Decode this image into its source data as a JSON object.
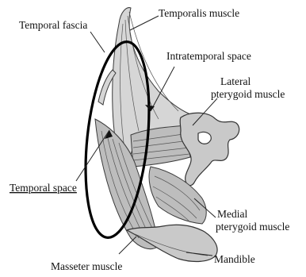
{
  "labels": {
    "temporal_fascia": "Temporal fascia",
    "temporalis_muscle": "Temporalis muscle",
    "intratemporal_space": "Intratemporal space",
    "lateral_pterygoid_line1": "Lateral",
    "lateral_pterygoid_line2": "pterygoid muscle",
    "temporal_space": "Temporal space",
    "medial_pterygoid_line1": "Medial",
    "medial_pterygoid_line2": "pterygoid muscle",
    "masseter_muscle": "Masseter muscle",
    "mandible": "Mandible"
  },
  "colors": {
    "muscle_fill": "#bdbdbd",
    "bone_fill": "#c9c9c9",
    "outline": "#222222",
    "ellipse_stroke": "#000000"
  }
}
